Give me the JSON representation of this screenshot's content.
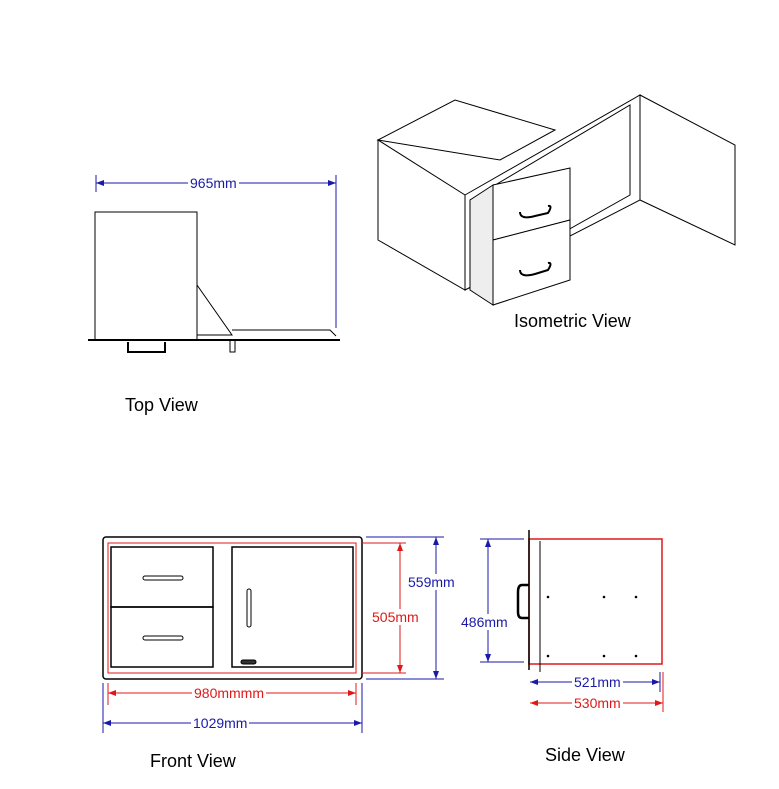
{
  "views": {
    "top": {
      "title": "Top View",
      "width_label": "965mm"
    },
    "isometric": {
      "title": "Isometric View"
    },
    "front": {
      "title": "Front View",
      "outer_height": "559mm",
      "inner_height": "505mm",
      "inner_width": "980mmmm",
      "outer_width": "1029mm"
    },
    "side": {
      "title": "Side View",
      "height": "486mm",
      "inner_depth": "521mm",
      "outer_depth": "530mm"
    }
  },
  "colors": {
    "outer_dim": "#1a1aa8",
    "inner_dim": "#e01818",
    "line": "#000000"
  }
}
